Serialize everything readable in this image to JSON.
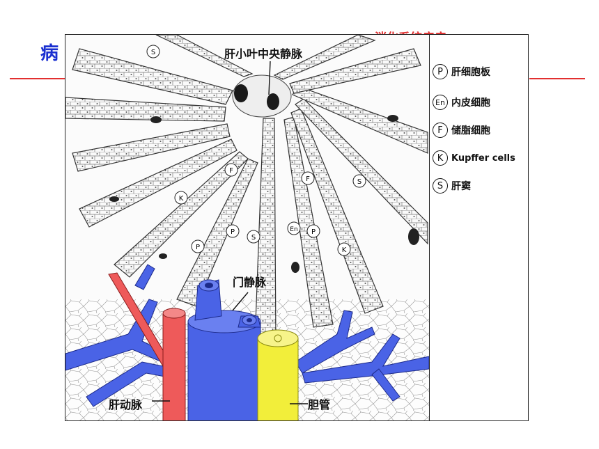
{
  "slide": {
    "title": "病",
    "course_title": "消化系统疾病"
  },
  "figure": {
    "labels": {
      "central_vein": "肝小叶中央静脉",
      "portal_vein": "门静脉",
      "hepatic_artery": "肝动脉",
      "bile_duct": "胆管"
    },
    "legend": [
      {
        "symbol": "P",
        "label": "肝细胞板"
      },
      {
        "symbol": "En",
        "label": "内皮细胞"
      },
      {
        "symbol": "F",
        "label": "储脂细胞"
      },
      {
        "symbol": "K",
        "label": "Kupffer cells"
      },
      {
        "symbol": "S",
        "label": "肝窦"
      }
    ],
    "cell_markers": [
      "S",
      "F",
      "F",
      "S",
      "K",
      "P",
      "S",
      "En",
      "P",
      "P",
      "K"
    ],
    "colors": {
      "portal_vein": "#4a63e6",
      "hepatic_artery": "#ee5a5a",
      "bile_duct": "#f2ee3a",
      "outline": "#222222",
      "title": "#1a2fd0",
      "accent": "#e03030"
    }
  }
}
